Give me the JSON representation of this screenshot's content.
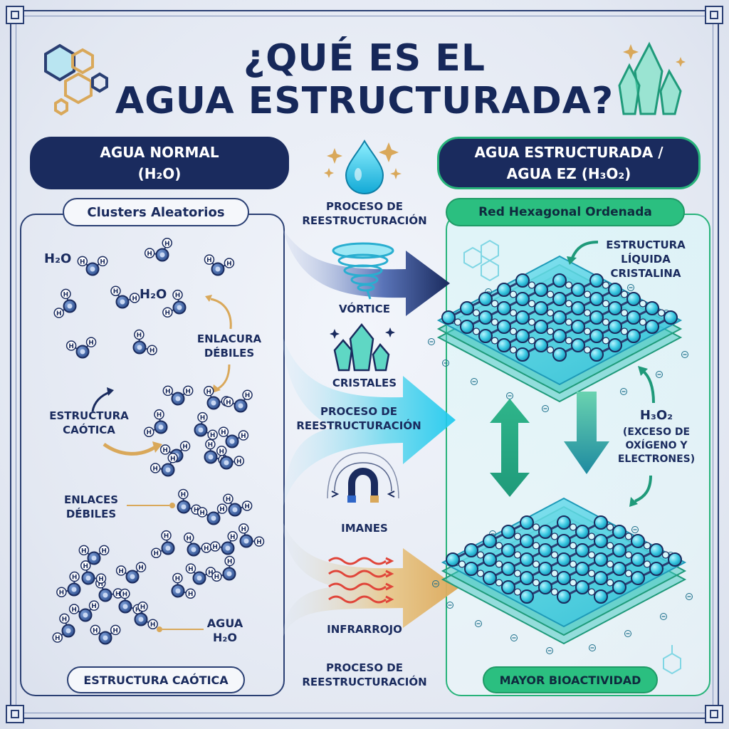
{
  "title": {
    "line1": "¿QUÉ ES EL",
    "line2": "AGUA ESTRUCTURADA?"
  },
  "left": {
    "header_line1": "AGUA NORMAL",
    "header_line2": "(H₂O)",
    "tag_top": "Clusters Aleatorios",
    "tag_bottom": "ESTRUCTURA CAÓTICA",
    "labels": {
      "h2o_a": "H₂O",
      "h2o_b": "H₂O",
      "enlacura_1": "ENLACURA",
      "enlacura_2": "DÉBILES",
      "caotica_1": "ESTRUCTURA",
      "caotica_2": "CAÓTICA",
      "enlaces_1": "ENLACES",
      "enlaces_2": "DÉBILES",
      "agua_1": "AGUA",
      "agua_2": "H₂O"
    }
  },
  "right": {
    "header_line1": "AGUA ESTRUCTURADA /",
    "header_line2": "AGUA EZ (H₃O₂)",
    "tag_top": "Red Hexagonal Ordenada",
    "tag_bottom": "MAYOR BIOACTIVIDAD",
    "labels": {
      "liquida_1": "ESTRUCTURA",
      "liquida_2": "LÍQUIDA",
      "liquida_3": "CRISTALINA",
      "h3o2": "H₃O₂",
      "exceso_1": "(EXCESO DE",
      "exceso_2": "OXÍGENO Y",
      "exceso_3": "ELECTRONES)"
    }
  },
  "middle": {
    "proceso_top_1": "PROCESO DE",
    "proceso_top_2": "REESTRUCTURACIÓN",
    "vortice": "VÓRTICE",
    "cristales": "CRISTALES",
    "proceso_mid_1": "PROCESO DE",
    "proceso_mid_2": "REESTRUCTURACIÓN",
    "imanes": "IMANES",
    "infrarrojo": "INFRARROJO",
    "proceso_bot_1": "PROCESO DE",
    "proceso_bot_2": "REESTRUCTURACIÓN"
  },
  "atom_letters": {
    "hydrogen": "H"
  },
  "colors": {
    "navy": "#1a2b5e",
    "green": "#27b37a",
    "cyan": "#35c6e0",
    "gold": "#d9a85a",
    "red": "#e0453a"
  },
  "icons": [
    "hexagon-cluster-icon",
    "crystal-icon",
    "water-drop-icon",
    "vortex-icon",
    "crystals-icon",
    "magnet-icon",
    "infrared-waves-icon",
    "sparkle-icon"
  ]
}
